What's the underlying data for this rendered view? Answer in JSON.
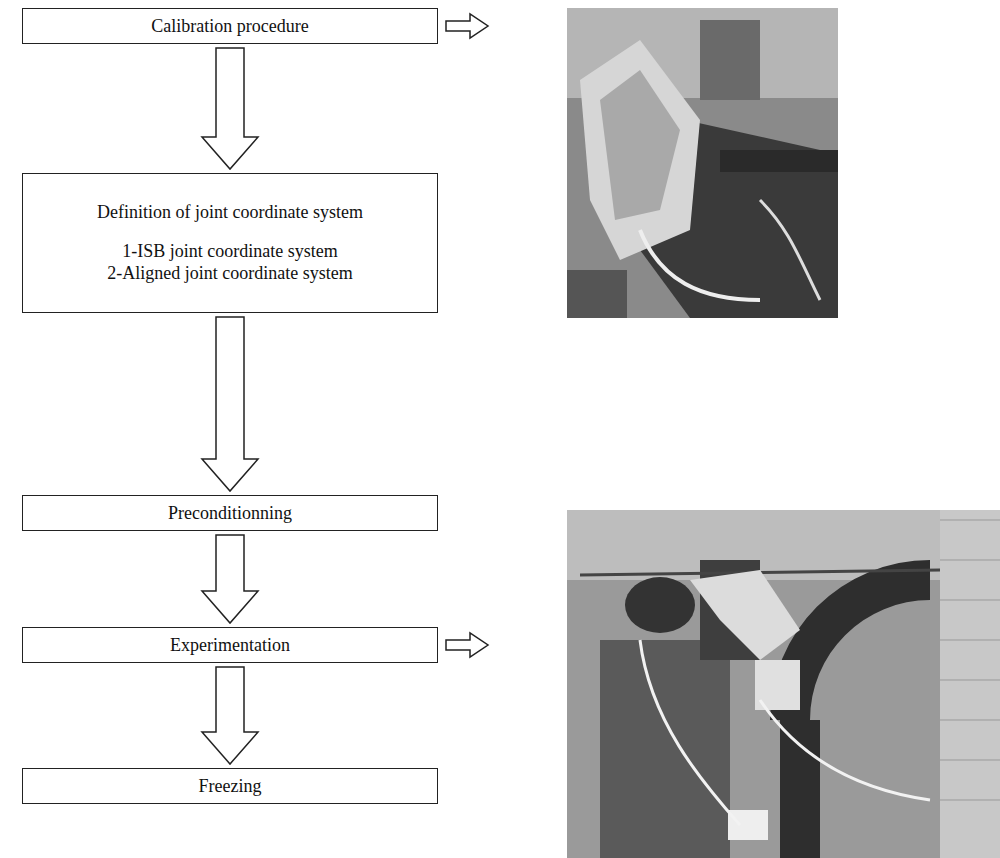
{
  "diagram": {
    "nodes": [
      {
        "text": [
          "Calibration procedure"
        ]
      },
      {
        "text": [
          "Definition of joint coordinate system",
          "1-ISB joint coordinate system",
          "2-Aligned joint coordinate system"
        ]
      },
      {
        "text": [
          "Preconditionning"
        ]
      },
      {
        "text": [
          "Experimentation"
        ]
      },
      {
        "text": [
          "Freezing"
        ]
      }
    ],
    "edges": [
      {
        "from": 0,
        "to": 1,
        "arrow": "to"
      },
      {
        "from": 1,
        "to": 2,
        "arrow": "to"
      },
      {
        "from": 2,
        "to": 3,
        "arrow": "to"
      },
      {
        "from": 3,
        "to": 4,
        "arrow": "to"
      }
    ]
  }
}
